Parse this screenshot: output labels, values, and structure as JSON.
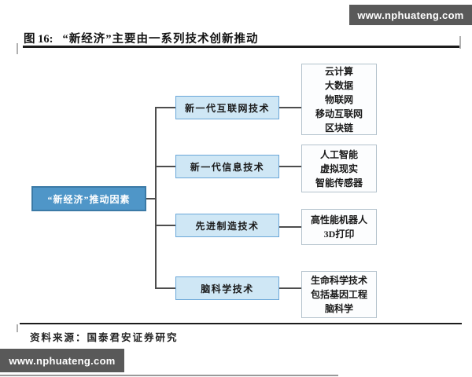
{
  "banner_top": {
    "text": "www.nphuateng.com"
  },
  "banner_bottom": {
    "text": "www.nphuateng.com"
  },
  "figure": {
    "label": "图 16:",
    "title": "“新经济”主要由一系列技术创新推动",
    "source": "资料来源：国泰君安证券研究"
  },
  "diagram": {
    "root_label": "“新经济”推动因素",
    "branches": [
      {
        "label": "新一代互联网技术",
        "items": [
          "云计算",
          "大数据",
          "物联网",
          "移动互联网",
          "区块链"
        ]
      },
      {
        "label": "新一代信息技术",
        "items": [
          "人工智能",
          "虚拟现实",
          "智能传感器"
        ]
      },
      {
        "label": "先进制造技术",
        "items": [
          "高性能机器人",
          "3D打印"
        ]
      },
      {
        "label": "脑科学技术",
        "items": [
          "生命科学技术",
          "包括基因工程",
          "脑科学"
        ]
      }
    ]
  },
  "colors": {
    "banner_bg": "#595959",
    "root_fill": "#4f96c8",
    "root_border": "#3b7aa6",
    "branch_fill": "#cfe7f5",
    "branch_border": "#6aa7d8",
    "leaf_fill": "#fcfdfe",
    "leaf_border": "#b3c2cc",
    "connector": "#4d4d4d",
    "rule": "#1c1c1c"
  }
}
